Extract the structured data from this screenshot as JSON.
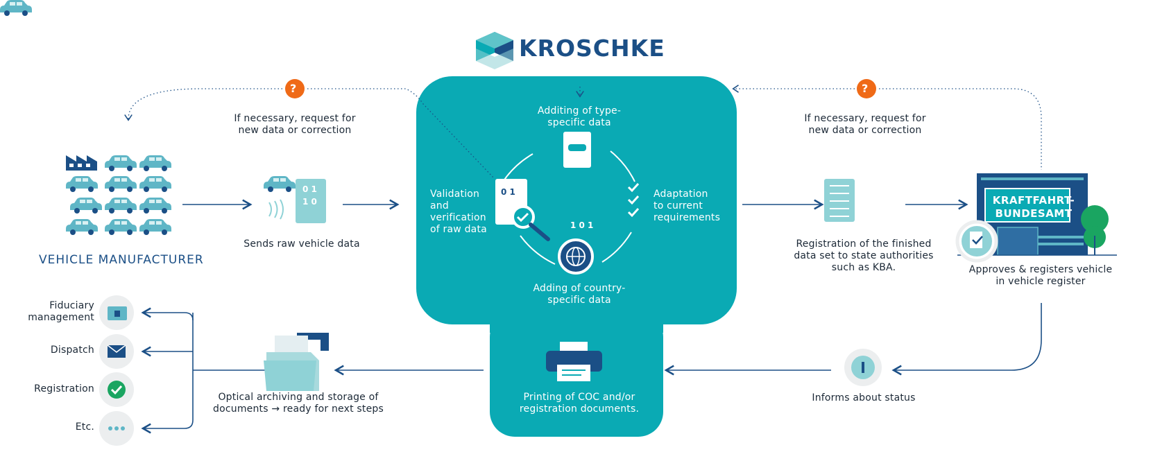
{
  "brand": {
    "name": "KROSCHKE"
  },
  "colors": {
    "teal": "#0aaab4",
    "navy": "#1b4f86",
    "orange": "#ef6a17",
    "light": "#8fd2d6",
    "grey": "#eceeef"
  },
  "manufacturer": {
    "title": "VEHICLE MANUFACTURER"
  },
  "feedback_left": {
    "line1": "If necessary, request for",
    "line2": "new data or correction"
  },
  "feedback_right": {
    "line1": "If necessary, request for",
    "line2": "new data or correction"
  },
  "sends_raw": {
    "text": "Sends raw vehicle data"
  },
  "center": {
    "type_data": {
      "line1": "Additing of type-",
      "line2": "specific data"
    },
    "validation": {
      "line1": "Validation",
      "line2": "and",
      "line3": "verification",
      "line4": "of raw data"
    },
    "adaptation": {
      "line1": "Adaptation",
      "line2": "to current",
      "line3": "requirements"
    },
    "country_data": {
      "line1": "Adding of country-",
      "line2": "specific data"
    }
  },
  "printing": {
    "line1": "Printing of COC and/or",
    "line2": "registration documents."
  },
  "registration_finished": {
    "line1": "Registration of the finished",
    "line2": "data set to state authorities",
    "line3": "such as KBA."
  },
  "kba": {
    "line1": "KRAFTFAHRT-",
    "line2": "BUNDESAMT",
    "caption1": "Approves & registers vehicle",
    "caption2": "in vehicle register"
  },
  "informs": {
    "text": "Informs about status"
  },
  "archiving": {
    "line1": "Optical archiving and storage of",
    "line2": "documents → ready for next steps"
  },
  "next_steps": [
    {
      "line1": "Fiduciary",
      "line2": "management",
      "icon": "folder-lock-icon"
    },
    {
      "line1": "Dispatch",
      "line2": "",
      "icon": "envelope-icon"
    },
    {
      "line1": "Registration",
      "line2": "",
      "icon": "check-circle-icon"
    },
    {
      "line1": "Etc.",
      "line2": "",
      "icon": "more-dots-icon"
    }
  ],
  "question_mark": "?",
  "binary": {
    "a": "0 1",
    "b": "1 0",
    "c": "0 1",
    "d": "1 0 1"
  }
}
